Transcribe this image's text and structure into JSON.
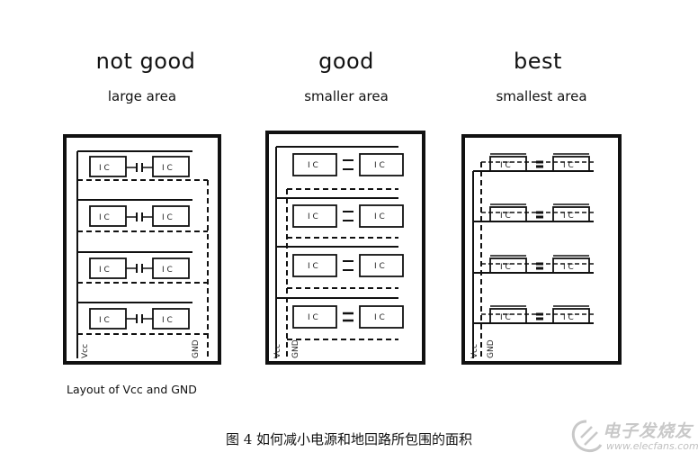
{
  "columns": [
    {
      "title": "not good",
      "subtitle": "large area",
      "vcc_label": "Vcc",
      "gnd_label": "GND"
    },
    {
      "title": "good",
      "subtitle": "smaller area",
      "vcc_label": "Vcc",
      "gnd_label": "GND"
    },
    {
      "title": "best",
      "subtitle": "smallest area",
      "vcc_label": "Vcc",
      "gnd_label": "GND"
    }
  ],
  "ic_label": "I C",
  "caption_en": "Layout of Vcc and GND",
  "caption_zh": "图 4  如何减小电源和地回路所包围的面积",
  "watermark": {
    "name": "电子发烧友",
    "url": "www.elecfans.com"
  }
}
